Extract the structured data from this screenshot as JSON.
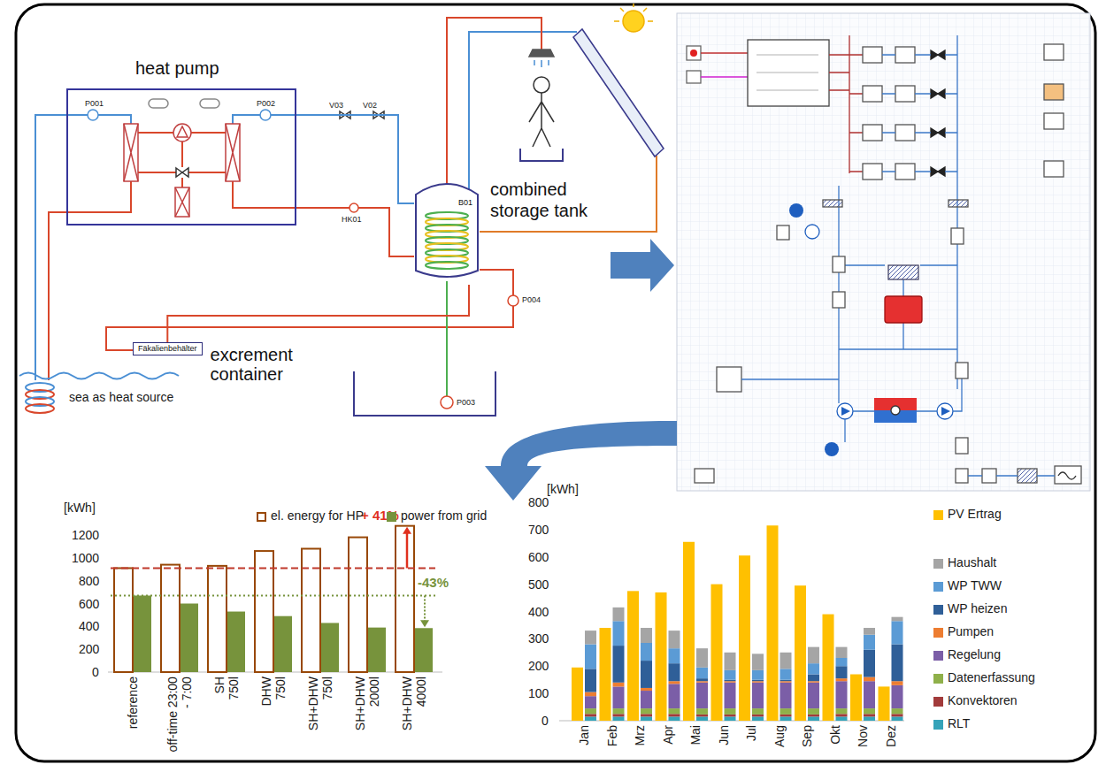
{
  "diagram": {
    "nodes": [
      {
        "text": [
          "heat pump"
        ]
      },
      {
        "text": [
          "B01",
          "combined storage tank"
        ]
      },
      {
        "text": [
          "Fäkalienbehälter",
          "excrement container"
        ]
      }
    ],
    "edges": [
      {
        "from": 0,
        "to": 1,
        "arrow": "none"
      },
      {
        "from": 2,
        "to": 1,
        "arrow": "none"
      }
    ],
    "labels": [
      "P001",
      "P002",
      "V03",
      "V02",
      "HK01",
      "P004",
      "P003",
      "sea as heat source",
      "[kWh]",
      "1200",
      "1000",
      "800",
      "600",
      "400",
      "200",
      "0",
      "reference",
      "off-time 23:00 - 7:00",
      "SH 750l",
      "DHW 750l",
      "SH+DHW 750l",
      "SH+DHW 2000l",
      "SH+DHW 4000l",
      "+ 41%",
      "-43%",
      "[kWh]",
      "800",
      "700",
      "600",
      "500",
      "400",
      "300",
      "200",
      "100",
      "0",
      "Jan",
      "Feb",
      "Mrz",
      "Apr",
      "Mai",
      "Jun",
      "Jul",
      "Aug",
      "Sep",
      "Okt",
      "Nov",
      "Dez"
    ],
    "legend": [
      {
        "text": "el. energy for HP"
      },
      {
        "text": "power from grid",
        "color": "#77933c"
      },
      {
        "text": "PV Ertrag",
        "color": "#ffc000"
      },
      {
        "text": "Haushalt",
        "color": "#a5a5a5"
      },
      {
        "text": "WP TWW",
        "color": "#5b9bd5"
      },
      {
        "text": "WP heizen",
        "color": "#2f5f98"
      },
      {
        "text": "Pumpen",
        "color": "#ed7d31"
      },
      {
        "text": "Regelung",
        "color": "#7b5ea7"
      },
      {
        "text": "Datenerfassung",
        "color": "#8fb04a"
      },
      {
        "text": "Konvektoren",
        "color": "#a23b3b"
      },
      {
        "text": "RLT",
        "color": "#35a3b9"
      }
    ]
  }
}
